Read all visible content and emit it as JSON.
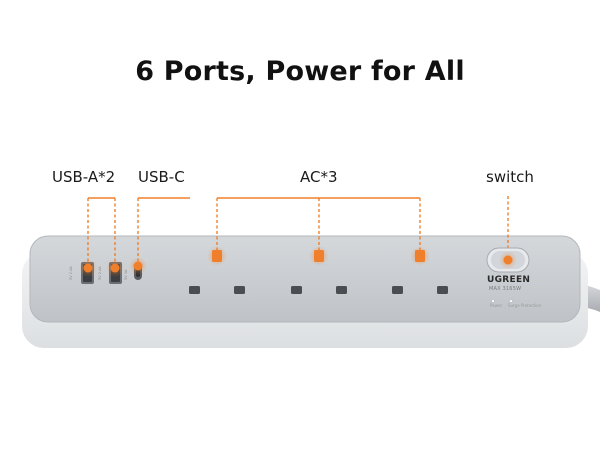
{
  "title": "6 Ports, Power for All",
  "labels": {
    "usb_a": "USB-A*2",
    "usb_c": "USB-C",
    "ac": "AC*3",
    "switch": "switch"
  },
  "device": {
    "brand": "UGREEN",
    "spec": "MAX 3165W",
    "indicator_left": "Power",
    "indicator_right": "Surge Protection"
  },
  "colors": {
    "highlight": "#f07f2c",
    "body_top": "#c9ccd0",
    "body_side": "#e6e8ea"
  }
}
